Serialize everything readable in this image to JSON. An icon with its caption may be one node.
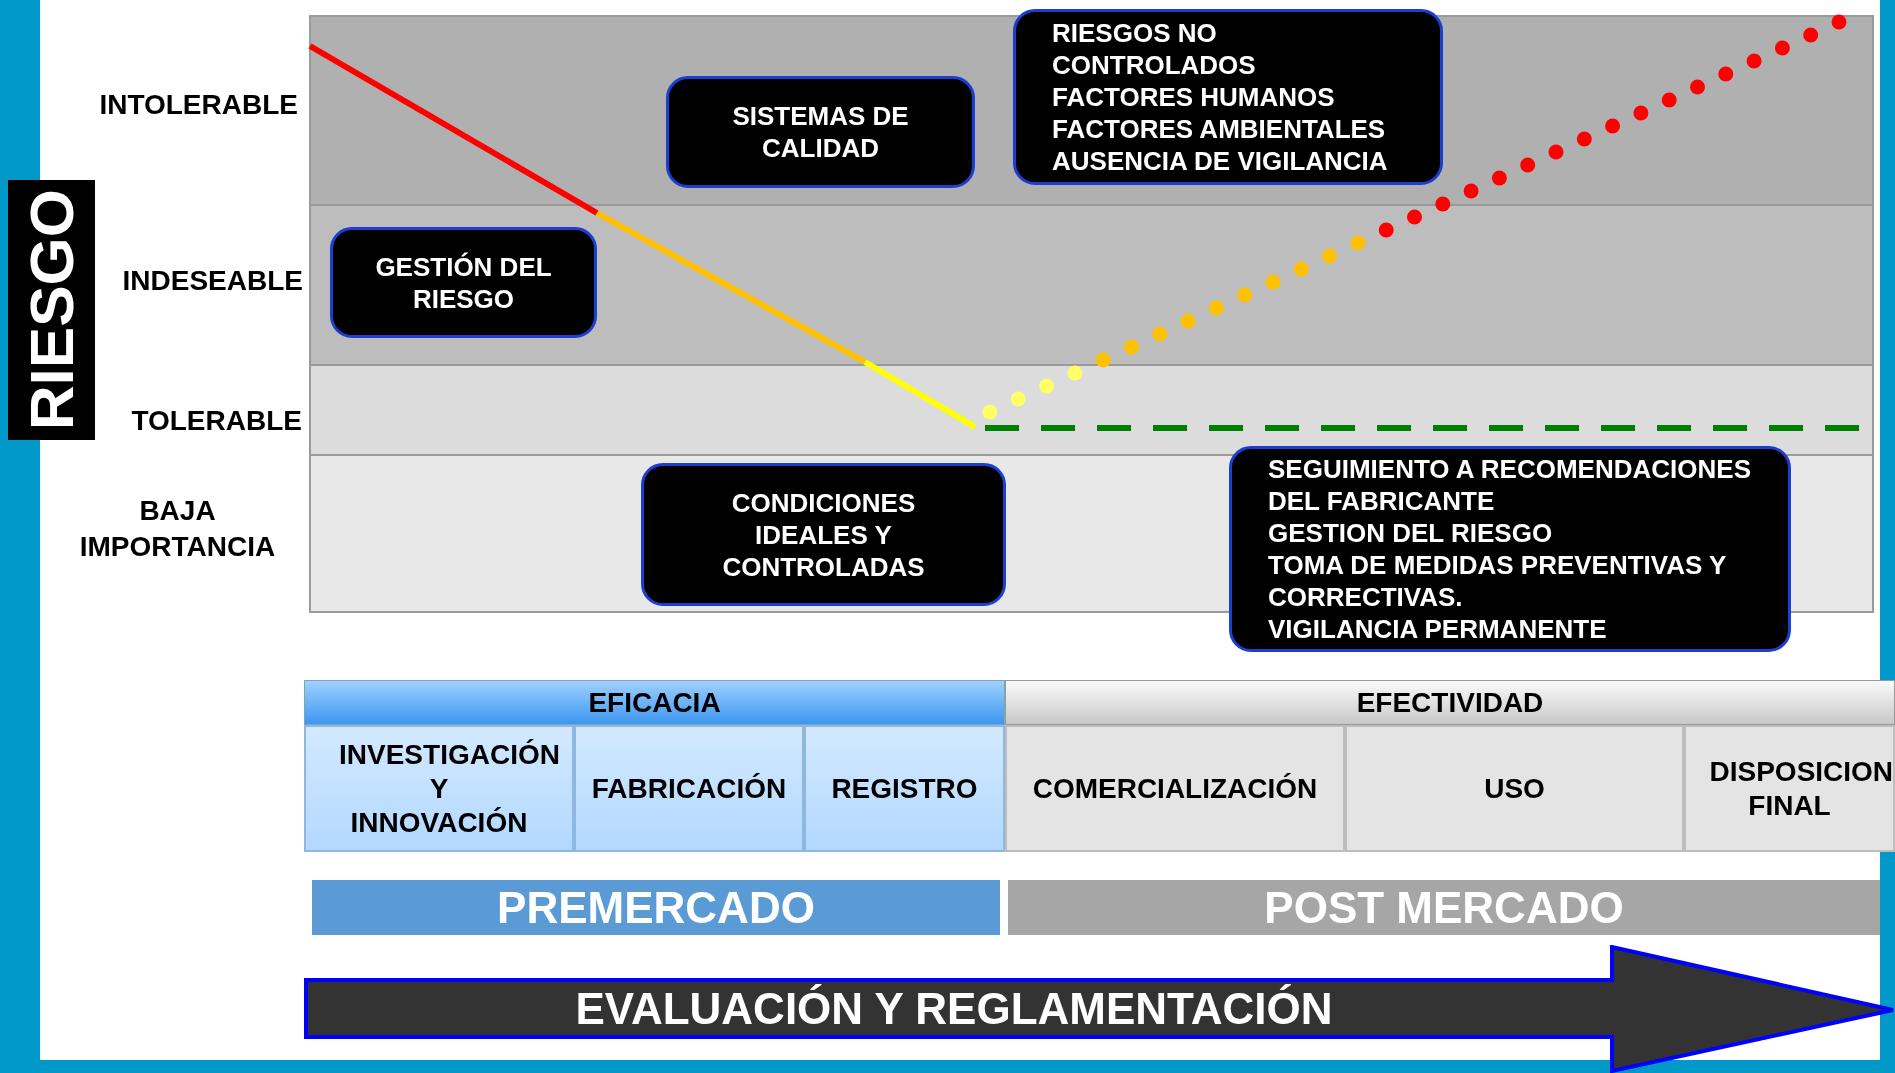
{
  "diagram": {
    "nodes": [
      {
        "text": [
          "RIESGO"
        ]
      },
      {
        "text": [
          "SISTEMAS DE CALIDAD"
        ]
      },
      {
        "text": [
          "RIESGOS NO CONTROLADOS",
          "FACTORES HUMANOS",
          "FACTORES AMBIENTALES",
          "AUSENCIA DE VIGILANCIA"
        ]
      },
      {
        "text": [
          "GESTIÓN DEL RIESGO"
        ]
      },
      {
        "text": [
          "CONDICIONES IDEALES Y CONTROLADAS"
        ]
      },
      {
        "text": [
          "SEGUIMIENTO A RECOMENDACIONES DEL FABRICANTE",
          "GESTION DEL RIESGO",
          "TOMA DE MEDIDAS PREVENTIVAS Y CORRECTIVAS.",
          "VIGILANCIA PERMANENTE"
        ]
      },
      {
        "text": [
          "EFICACIA"
        ]
      },
      {
        "text": [
          "EFECTIVIDAD"
        ]
      },
      {
        "text": [
          "INVESTIGACIÓN Y INNOVACIÓN"
        ]
      },
      {
        "text": [
          "FABRICACIÓN"
        ]
      },
      {
        "text": [
          "REGISTRO"
        ]
      },
      {
        "text": [
          "COMERCIALIZACIÓN"
        ]
      },
      {
        "text": [
          "USO"
        ]
      },
      {
        "text": [
          "DISPOSICION FINAL"
        ]
      },
      {
        "text": [
          "PREMERCADO"
        ]
      },
      {
        "text": [
          "POST MERCADO"
        ]
      },
      {
        "text": [
          "EVALUACIÓN Y REGLAMENTACIÓN"
        ]
      }
    ],
    "edges": [],
    "labels": [
      "INTOLERABLE",
      "INDESEABLE",
      "TOLERABLE",
      "BAJA IMPORTANCIA"
    ]
  }
}
